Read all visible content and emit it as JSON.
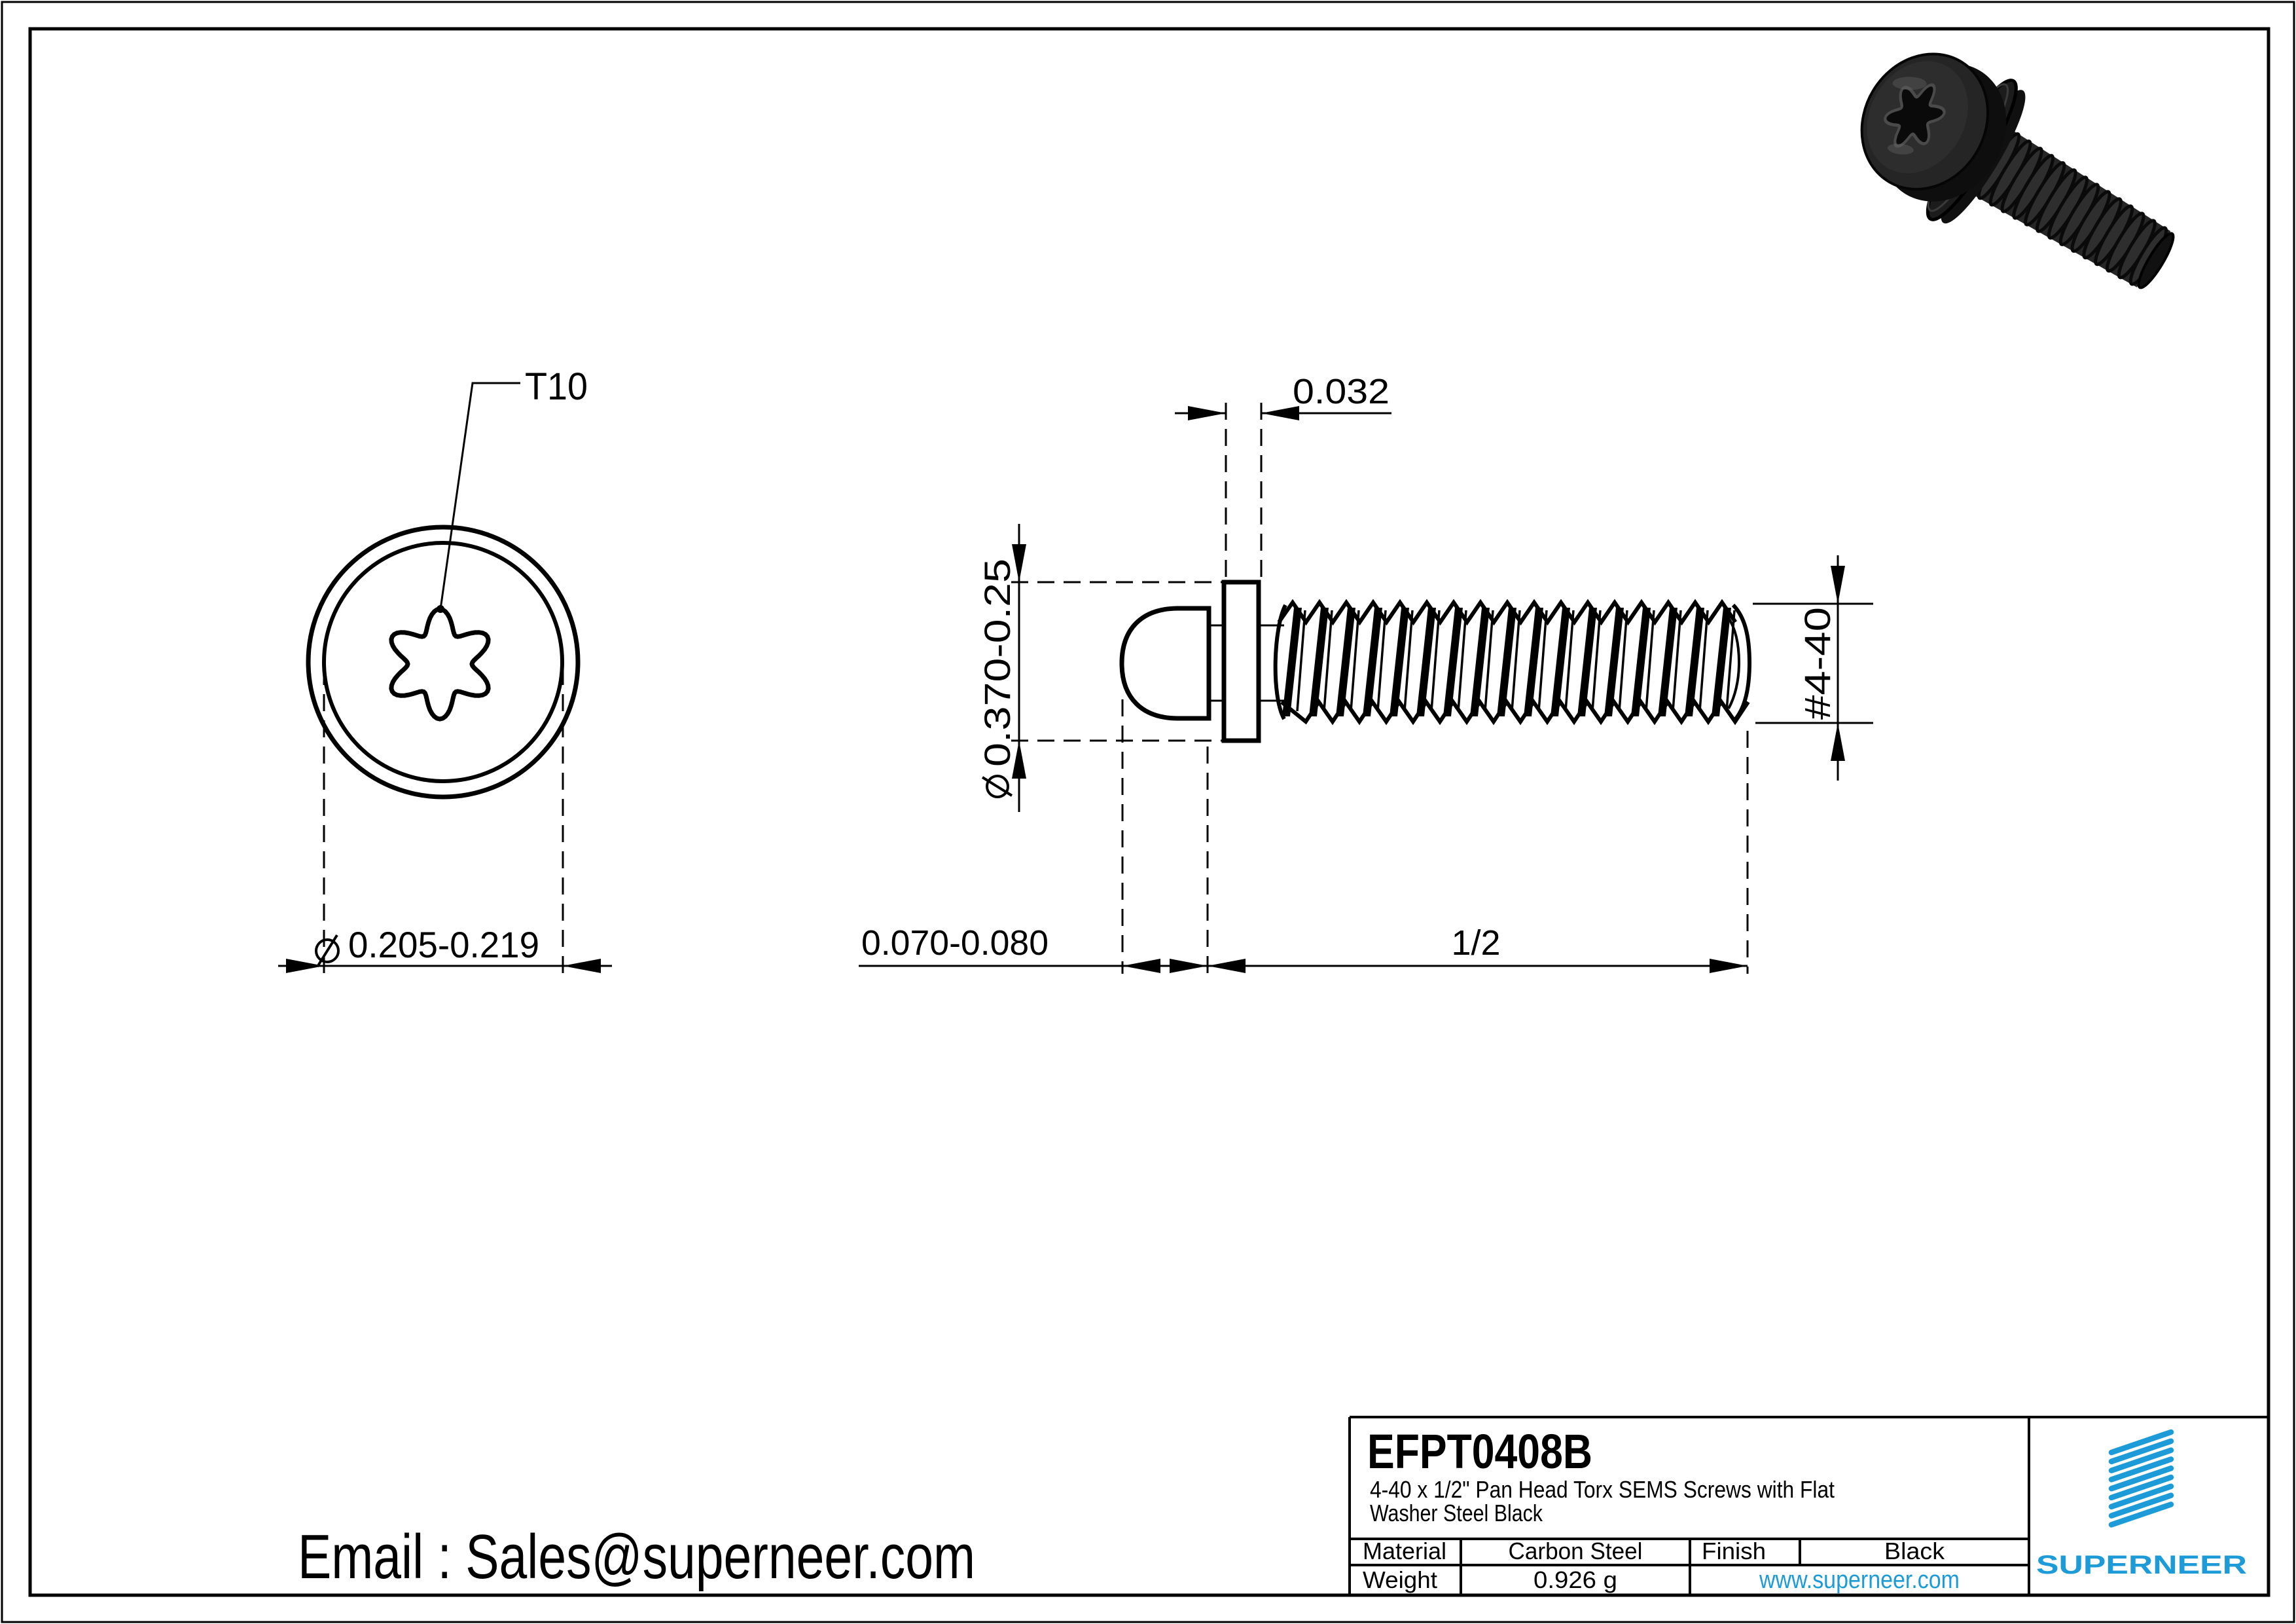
{
  "front_view": {
    "drive_label": "T10",
    "diameter_symbol": "⌀",
    "head_diameter_range": "0.205-0.219"
  },
  "side_view": {
    "washer_thickness": "0.032",
    "diameter_symbol": "⌀",
    "washer_diameter_range": "0.370-0.25",
    "thread_spec": "#4-40",
    "head_height_range": "0.070-0.080",
    "screw_length": "1/2"
  },
  "title_block": {
    "part_number": "EFPT0408B",
    "description_line1": "4-40 x 1/2\" Pan Head Torx SEMS Screws with  Flat",
    "description_line2": "Washer Steel Black",
    "material_label": "Material",
    "material_value": "Carbon Steel",
    "finish_label": "Finish",
    "finish_value": "Black",
    "weight_label": "Weight",
    "weight_value": "0.926 g",
    "website": "www.superneer.com",
    "brand": "SUPERNEER"
  },
  "footer": {
    "email_label": "Email : Sales@superneer.com"
  },
  "colors": {
    "accent": "#1d9bd9",
    "line": "#000000",
    "background": "#ffffff"
  }
}
